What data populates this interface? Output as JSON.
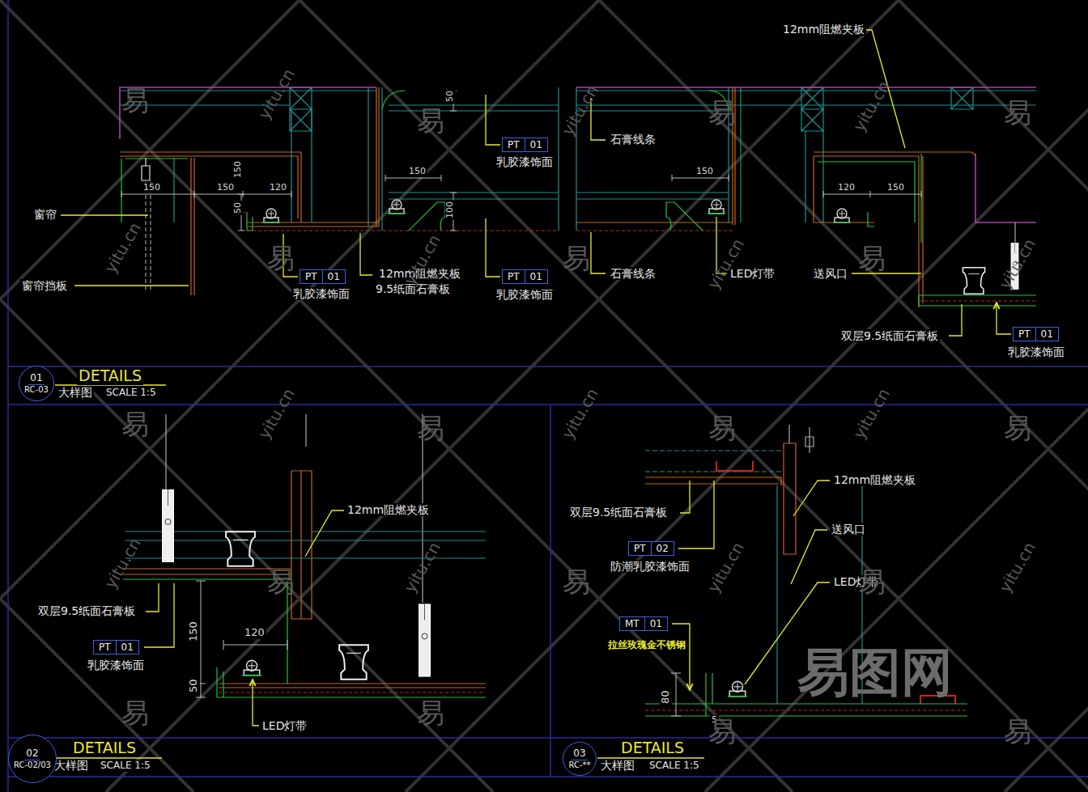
{
  "diagram": {
    "nodes": [
      {
        "text": [
          "PT",
          "01"
        ]
      },
      {
        "text": [
          "PT",
          "01"
        ]
      },
      {
        "text": [
          "PT",
          "01"
        ]
      },
      {
        "text": [
          "PT",
          "01"
        ]
      },
      {
        "text": [
          "01",
          "RC-03"
        ]
      },
      {
        "text": [
          "PT",
          "01"
        ]
      },
      {
        "text": [
          "PT",
          "02"
        ]
      },
      {
        "text": [
          "MT",
          "01"
        ]
      },
      {
        "text": [
          "02",
          "RC-02/03"
        ]
      },
      {
        "text": [
          "03",
          "RC-**"
        ]
      }
    ],
    "labels": [
      "窗帘",
      "窗帘挡板",
      "150",
      "150",
      "150",
      "120",
      "50",
      "乳胶漆饰面",
      "12mm阻燃夹板",
      "9.5纸面石膏板",
      "50",
      "150",
      "100",
      "乳胶漆饰面",
      "乳胶漆饰面",
      "石膏线条",
      "石膏线条",
      "150",
      "LED灯带",
      "12mm阻燃夹板",
      "120",
      "150",
      "送风口",
      "双层9.5纸面石膏板",
      "乳胶漆饰面",
      "DETAILS",
      "大样图",
      "SCALE  1:5",
      "12mm阻燃夹板",
      "双层9.5纸面石膏板",
      "乳胶漆饰面",
      "150",
      "50",
      "120",
      "LED灯带",
      "DETAILS",
      "大样图",
      "SCALE  1:5",
      "双层9.5纸面石膏板",
      "防潮乳胶漆饰面",
      "12mm阻燃夹板",
      "送风口",
      "LED灯带",
      "拉丝玫瑰金不锈钢",
      "80",
      "5",
      "DETAILS",
      "大样图",
      "SCALE  1:5",
      "易",
      "易",
      "易",
      "易",
      "易",
      "易",
      "易",
      "易",
      "易",
      "易",
      "易",
      "易",
      "易",
      "易",
      "易",
      "易",
      "易",
      "易",
      "yitu.cn",
      "yitu.cn",
      "yitu.cn",
      "yitu.cn",
      "yitu.cn",
      "yitu.cn",
      "yitu.cn",
      "yitu.cn",
      "yitu.cn",
      "yitu.cn",
      "yitu.cn",
      "yitu.cn",
      "yitu.cn",
      "yitu.cn",
      "易图网"
    ]
  }
}
